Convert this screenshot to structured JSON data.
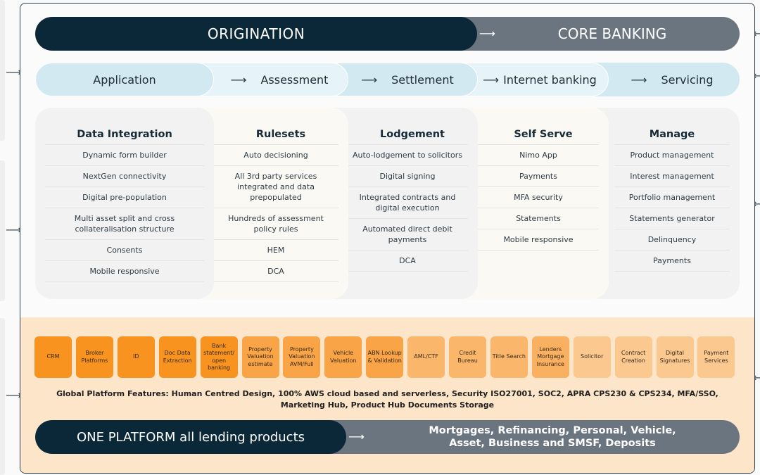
{
  "header": {
    "origination": "ORIGINATION",
    "core_banking": "CORE BANKING"
  },
  "stages": [
    {
      "label": "Application",
      "arrow": ""
    },
    {
      "label": "Assessment",
      "arrow": "⟶"
    },
    {
      "label": "Settlement",
      "arrow": "⟶"
    },
    {
      "label": "Internet banking",
      "arrow": "⟶"
    },
    {
      "label": "Servicing",
      "arrow": "⟶"
    }
  ],
  "cards": [
    {
      "title": "Data Integration",
      "items": [
        "Dynamic form builder",
        "NextGen connectivity",
        "Digital pre-population",
        "Multi asset split and cross collateralisation structure",
        "Consents",
        "Mobile responsive"
      ]
    },
    {
      "title": "Rulesets",
      "items": [
        "Auto decisioning",
        "All 3rd party services integrated and data prepopulated",
        "Hundreds of assessment policy rules",
        "HEM",
        "DCA"
      ]
    },
    {
      "title": "Lodgement",
      "items": [
        "Auto-lodgement to solicitors",
        "Digital signing",
        "Integrated contracts and digital execution",
        "Automated direct debit payments",
        "DCA"
      ]
    },
    {
      "title": "Self Serve",
      "items": [
        "Nimo App",
        "Payments",
        "MFA security",
        "Statements",
        "Mobile responsive"
      ]
    },
    {
      "title": "Manage",
      "items": [
        "Product management",
        "Interest management",
        "Portfolio management",
        "Statements generator",
        "Delinquency",
        "Payments"
      ]
    }
  ],
  "integrations": [
    {
      "label": "CRM",
      "color": "#f7931e"
    },
    {
      "label": "Broker Platforms",
      "color": "#f7931e"
    },
    {
      "label": "ID",
      "color": "#f7931e"
    },
    {
      "label": "Doc Data Extraction",
      "color": "#f7931e"
    },
    {
      "label": "Bank statement/ open banking",
      "color": "#f7931e"
    },
    {
      "label": "Property Valuation estimate",
      "color": "#f8a447"
    },
    {
      "label": "Property Valuation AVM/Full",
      "color": "#f8a447"
    },
    {
      "label": "Vehicle Valuation",
      "color": "#f8a447"
    },
    {
      "label": "ABN Lookup & Validation",
      "color": "#f8a447"
    },
    {
      "label": "AML/CTF",
      "color": "#fab76b"
    },
    {
      "label": "Credit Bureau",
      "color": "#fab76b"
    },
    {
      "label": "Title Search",
      "color": "#fab76b"
    },
    {
      "label": "Lenders Mortgage Insurance",
      "color": "#f9b060"
    },
    {
      "label": "Solicitor",
      "color": "#fbc88f"
    },
    {
      "label": "Contract Creation",
      "color": "#fbc88f"
    },
    {
      "label": "Digital Signatures",
      "color": "#fbc88f"
    },
    {
      "label": "Payment Services",
      "color": "#fbc88f"
    }
  ],
  "features": {
    "line1": "Global Platform Features: Human Centred Design, 100% AWS cloud based and serverless, Security ISO27001, SOC2, APRA CPS230 & CPS234, MFA/SSO,",
    "line2": "Marketing Hub, Product Hub Documents Storage"
  },
  "footer": {
    "platform": "ONE PLATFORM all lending products",
    "products_line1": "Mortgages,  Refinancing, Personal, Vehicle,",
    "products_line2": "Asset, Business and SMSF, Deposits"
  },
  "colors": {
    "navy": "#0b2838",
    "grey": "#6b7580",
    "orange": "#f7931e"
  }
}
